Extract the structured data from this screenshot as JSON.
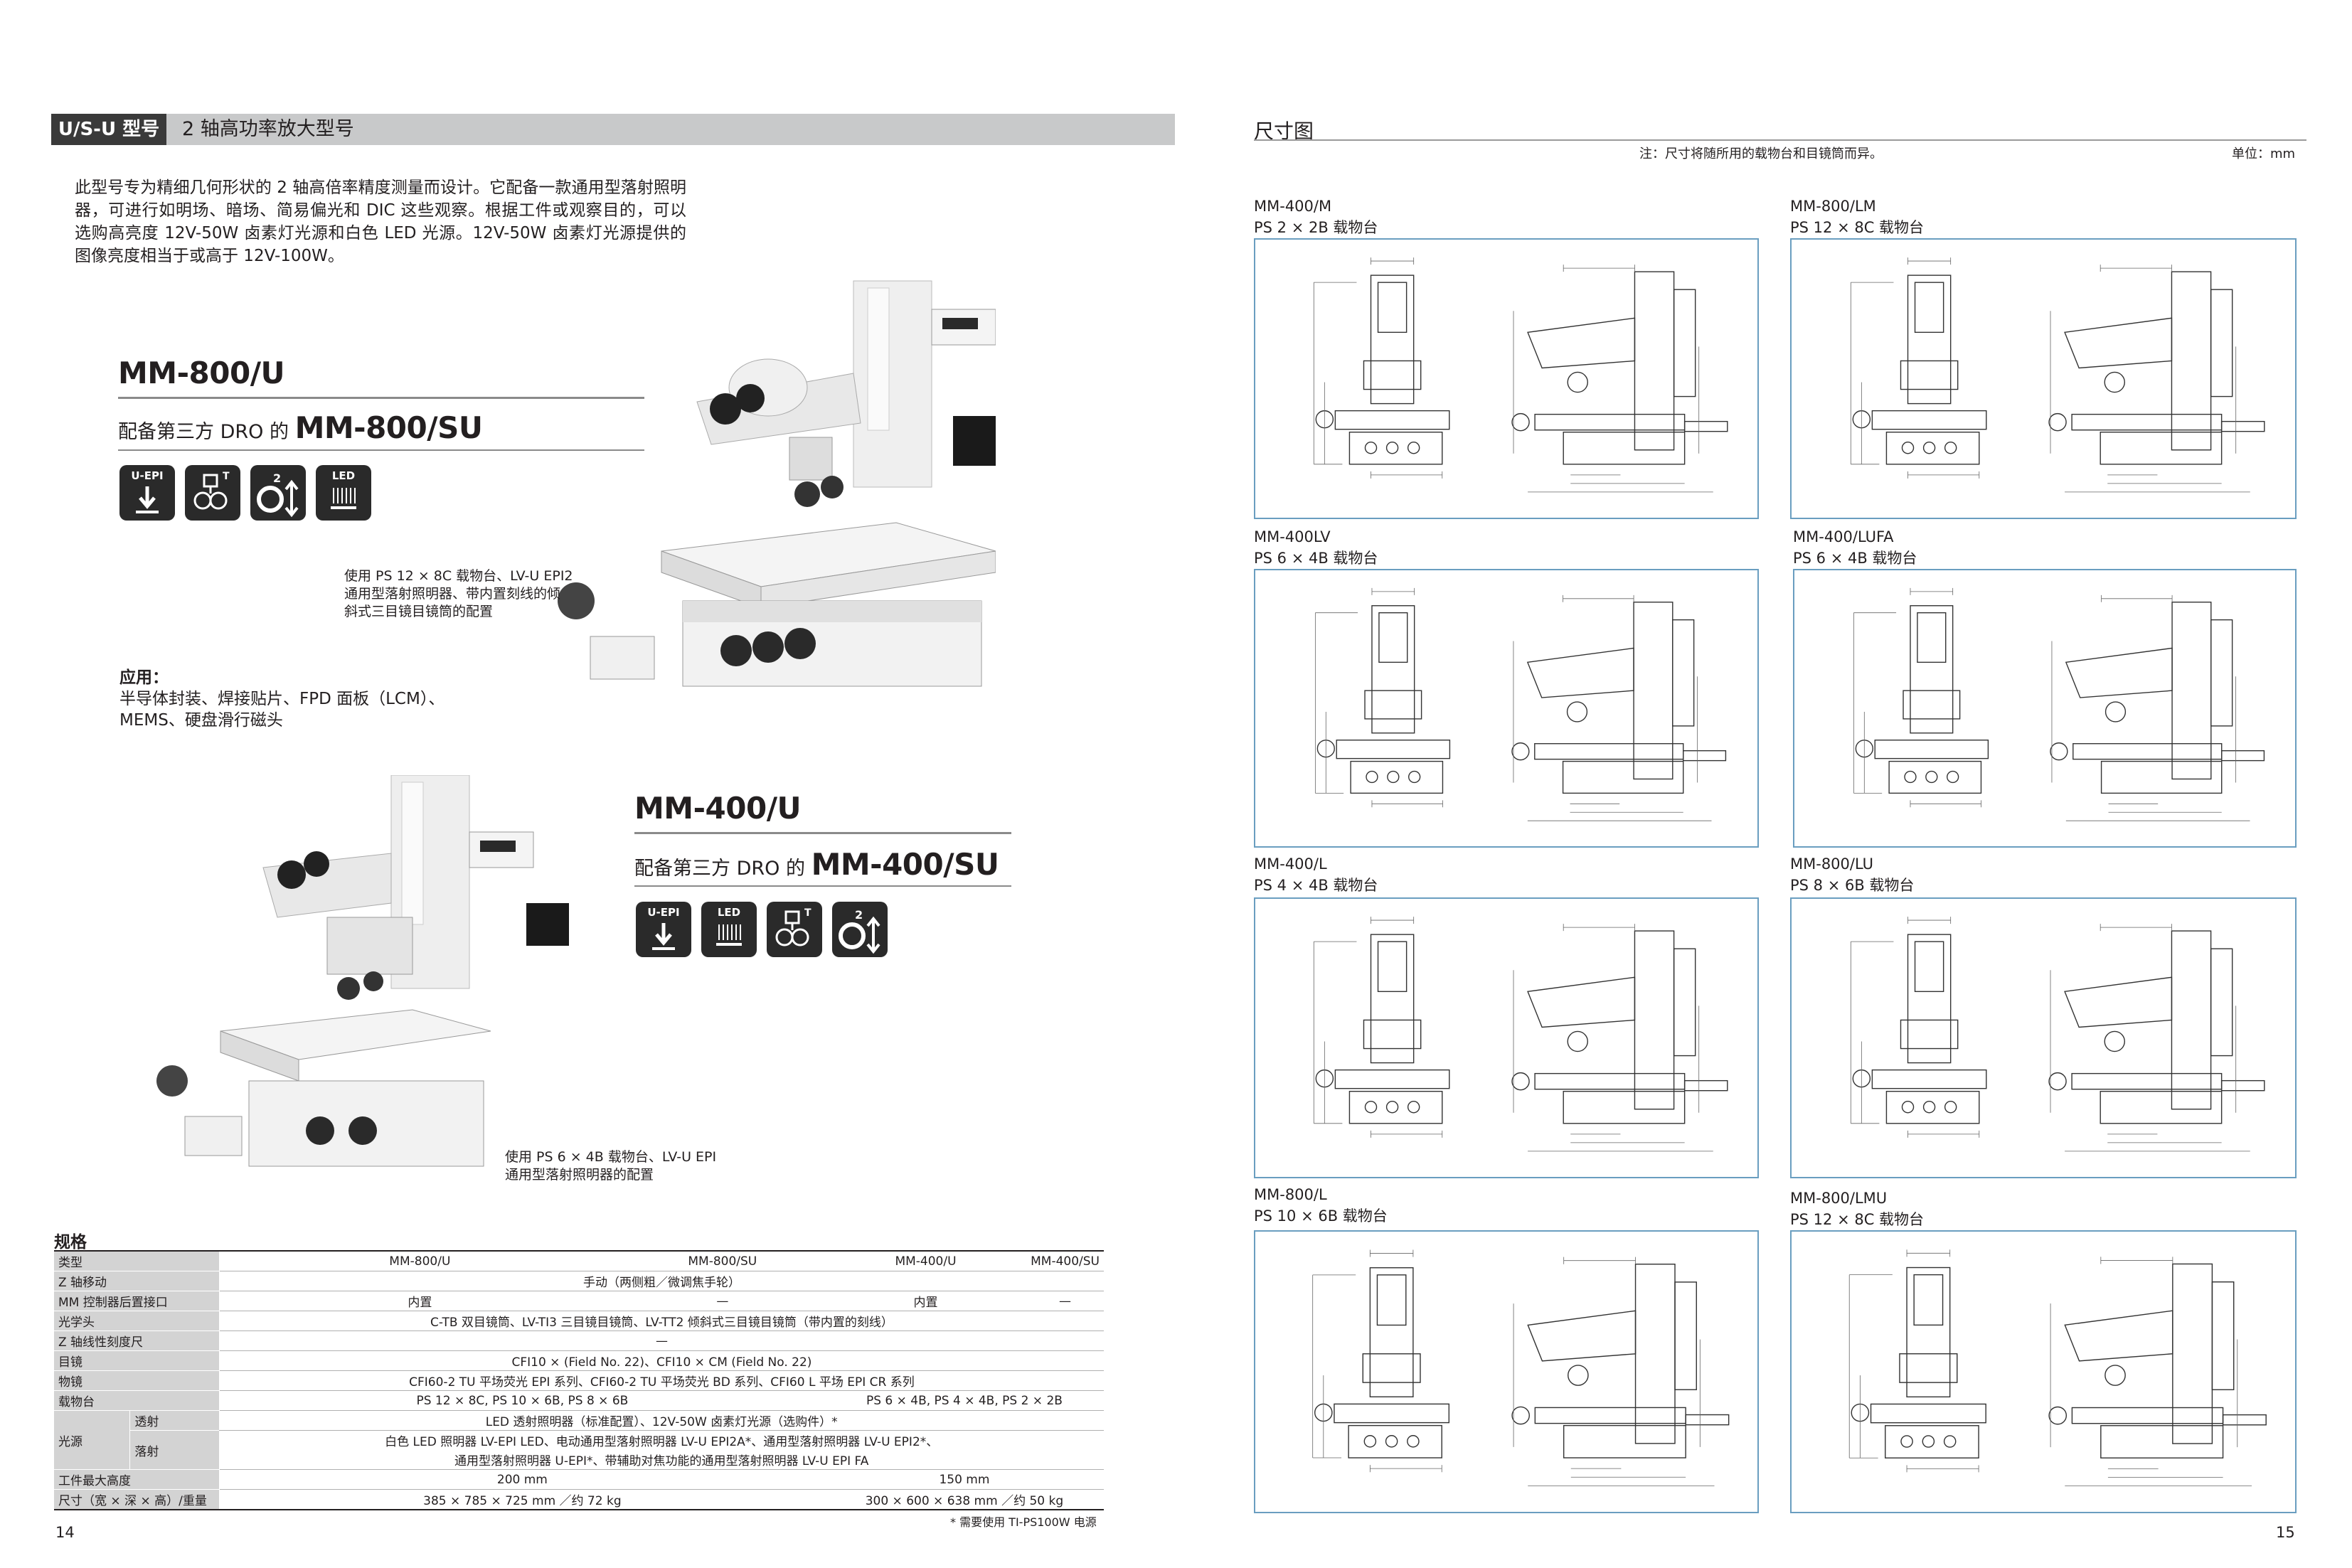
{
  "header": {
    "tag": "U/S-U 型号",
    "title": "2 轴高功率放大型号"
  },
  "intro": "此型号专为精细几何形状的 2 轴高倍率精度测量而设计。它配备一款通用型落射照明器，可进行如明场、暗场、简易偏光和 DIC 这些观察。根据工件或观察目的，可以选购高亮度 12V-50W 卤素灯光源和白色 LED 光源。12V-50W 卤素灯光源提供的图像亮度相当于或高于 12V-100W。",
  "model1": {
    "name": "MM-800/U",
    "sub_prefix": "配备第三方 DRO 的",
    "sub_model": "MM-800/SU",
    "icons": [
      "U-EPI",
      "T",
      "2",
      "LED"
    ],
    "caption": [
      "使用 PS 12 × 8C 载物台、LV-U EPI2",
      "通用型落射照明器、带内置刻线的倾",
      "斜式三目镜目镜筒的配置"
    ]
  },
  "applications": {
    "label": "应用：",
    "text": [
      "半导体封装、焊接贴片、FPD 面板（LCM）、",
      "MEMS、硬盘滑行磁头"
    ]
  },
  "model2": {
    "name": "MM-400/U",
    "sub_prefix": "配备第三方 DRO 的",
    "sub_model": "MM-400/SU",
    "icons": [
      "U-EPI",
      "LED",
      "T",
      "2"
    ],
    "caption": [
      "使用 PS 6 × 4B 载物台、LV-U EPI",
      "通用型落射照明器的配置"
    ]
  },
  "spec": {
    "title": "规格",
    "header": [
      "类型",
      "MM-800/U",
      "MM-800/SU",
      "MM-400/U",
      "MM-400/SU"
    ],
    "rows": {
      "z_move": [
        "Z 轴移动",
        "手动（两侧粗／微调焦手轮）"
      ],
      "mm_port": [
        "MM 控制器后置接口",
        "内置",
        "—",
        "内置",
        "—"
      ],
      "optical_head": [
        "光学头",
        "C-TB 双目镜筒、LV-TI3 三目镜目镜筒、LV-TT2 倾斜式三目镜目镜筒（带内置的刻线）"
      ],
      "z_scale": [
        "Z 轴线性刻度尺",
        "—"
      ],
      "eyepiece": [
        "目镜",
        "CFI10 × (Field No. 22)、CFI10 × CM (Field No. 22)"
      ],
      "objective": [
        "物镜",
        "CFI60-2 TU 平场荧光 EPI 系列、CFI60-2 TU 平场荧光 BD 系列、CFI60 L 平场 EPI CR 系列"
      ],
      "stage": [
        "载物台",
        "PS 12 × 8C, PS 10 × 6B, PS 8 × 6B",
        "PS 6 × 4B, PS 4 × 4B, PS 2 × 2B"
      ],
      "light": [
        "光源",
        "透射",
        "LED 透射照明器（标准配置）、12V-50W 卤素灯光源（选购件）*"
      ],
      "epi": [
        "落射",
        "白色 LED 照明器 LV-EPI LED、电动通用型落射照明器 LV-U EPI2A*、通用型落射照明器 LV-U EPI2*、",
        "通用型落射照明器 U-EPI*、带辅助对焦功能的通用型落射照明器 LV-U EPI FA"
      ],
      "height": [
        "工件最大高度",
        "200 mm",
        "150 mm"
      ],
      "size": [
        "尺寸（宽 × 深 × 高）/重量",
        "385 × 785 × 725 mm ／约 72 kg",
        "300 × 600 × 638 mm ／约 50 kg"
      ]
    },
    "footnote": "* 需要使用 TI-PS100W 电源"
  },
  "page_left": "14",
  "page_right": "15",
  "dimensions": {
    "title": "尺寸图",
    "note": "注：尺寸将随所用的载物台和目镜筒而异。",
    "unit": "单位：mm",
    "panels": [
      {
        "model": "MM-400/M",
        "stage": "PS 2 × 2B 载物台"
      },
      {
        "model": "MM-800/LM",
        "stage": "PS 12 × 8C 载物台"
      },
      {
        "model": "MM-400LV",
        "stage": "PS 6 × 4B 载物台"
      },
      {
        "model": "MM-400/LUFA",
        "stage": "PS 6 × 4B 载物台"
      },
      {
        "model": "MM-400/L",
        "stage": "PS 4 × 4B 载物台"
      },
      {
        "model": "MM-800/LU",
        "stage": "PS 8 × 6B 载物台"
      },
      {
        "model": "MM-800/L",
        "stage": "PS 10 × 6B 载物台"
      },
      {
        "model": "MM-800/LMU",
        "stage": "PS 12 × 8C 载物台"
      }
    ]
  },
  "colors": {
    "panel_border": "#6a9ec0",
    "header_bar": "#c8c9ca",
    "tag_bg": "#3a3a3a"
  }
}
